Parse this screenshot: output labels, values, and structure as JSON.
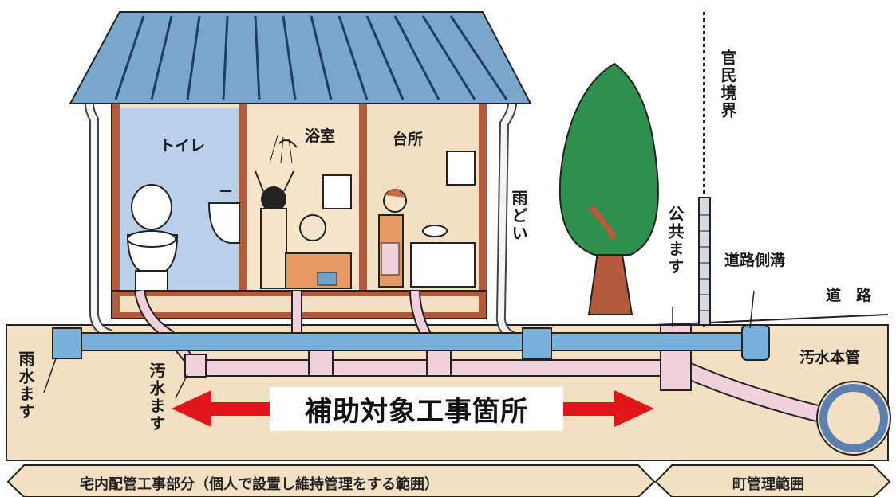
{
  "rooms": {
    "toilet": "トイレ",
    "bathroom": "浴室",
    "kitchen": "台所"
  },
  "labels": {
    "rain_gutter": "雨どい",
    "boundary": "官民境界",
    "public_basin": "公共ます",
    "road_ditch": "道路側溝",
    "road": "道　路",
    "main_sewer": "汚水本管",
    "rain_basin": "雨水ます",
    "sewage_basin": "汚水ます"
  },
  "banner": "補助対象工事箇所",
  "bottom": {
    "left": "宅内配管工事部分（個人で設置し維持管理をする範囲）",
    "right": "町管理範囲"
  },
  "colors": {
    "roof": "#7aa6cc",
    "ground": "#f3dfc2",
    "toilet_bg": "#b9d0ea",
    "rooms_bg": "#f3dfc2",
    "floor": "#b35a3c",
    "rain_pipe": "#7ab0dc",
    "sewage_pipe": "#f1d2dc",
    "tree": "#2f8f4e",
    "arrow": "#e0161b"
  }
}
